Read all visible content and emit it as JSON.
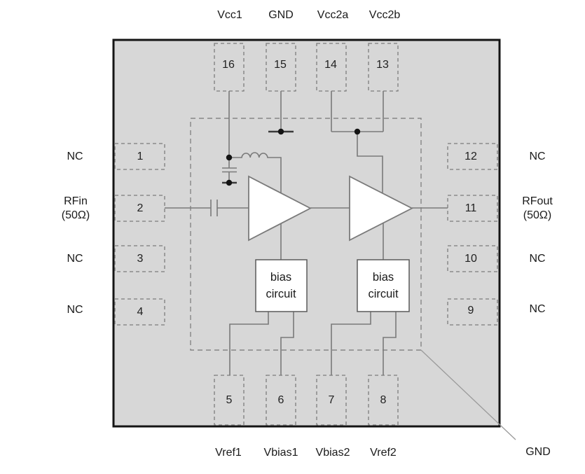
{
  "diagram": {
    "type": "ic-pinout-schematic",
    "ground_leader_label": "GND",
    "colors": {
      "chip_fill": "#d7d7d7",
      "chip_outline": "#141414",
      "wire": "#7a7a7a",
      "dashed_line": "#858585",
      "block_fill": "#ffffff",
      "text": "#1a1a1a"
    },
    "pins": {
      "top": [
        {
          "number": "16",
          "label": "Vcc1"
        },
        {
          "number": "15",
          "label": "GND"
        },
        {
          "number": "14",
          "label": "Vcc2a"
        },
        {
          "number": "13",
          "label": "Vcc2b"
        }
      ],
      "left": [
        {
          "number": "1",
          "label": "NC"
        },
        {
          "number": "2",
          "label": "RFin",
          "sublabel": "(50Ω)"
        },
        {
          "number": "3",
          "label": "NC"
        },
        {
          "number": "4",
          "label": "NC"
        }
      ],
      "right": [
        {
          "number": "12",
          "label": "NC"
        },
        {
          "number": "11",
          "label": "RFout",
          "sublabel": "(50Ω)"
        },
        {
          "number": "10",
          "label": "NC"
        },
        {
          "number": "9",
          "label": "NC"
        }
      ],
      "bottom": [
        {
          "number": "5",
          "label": "Vref1"
        },
        {
          "number": "6",
          "label": "Vbias1"
        },
        {
          "number": "7",
          "label": "Vbias2"
        },
        {
          "number": "8",
          "label": "Vref2"
        }
      ]
    },
    "blocks": {
      "bias1": "bias circuit",
      "bias2": "bias circuit"
    }
  }
}
